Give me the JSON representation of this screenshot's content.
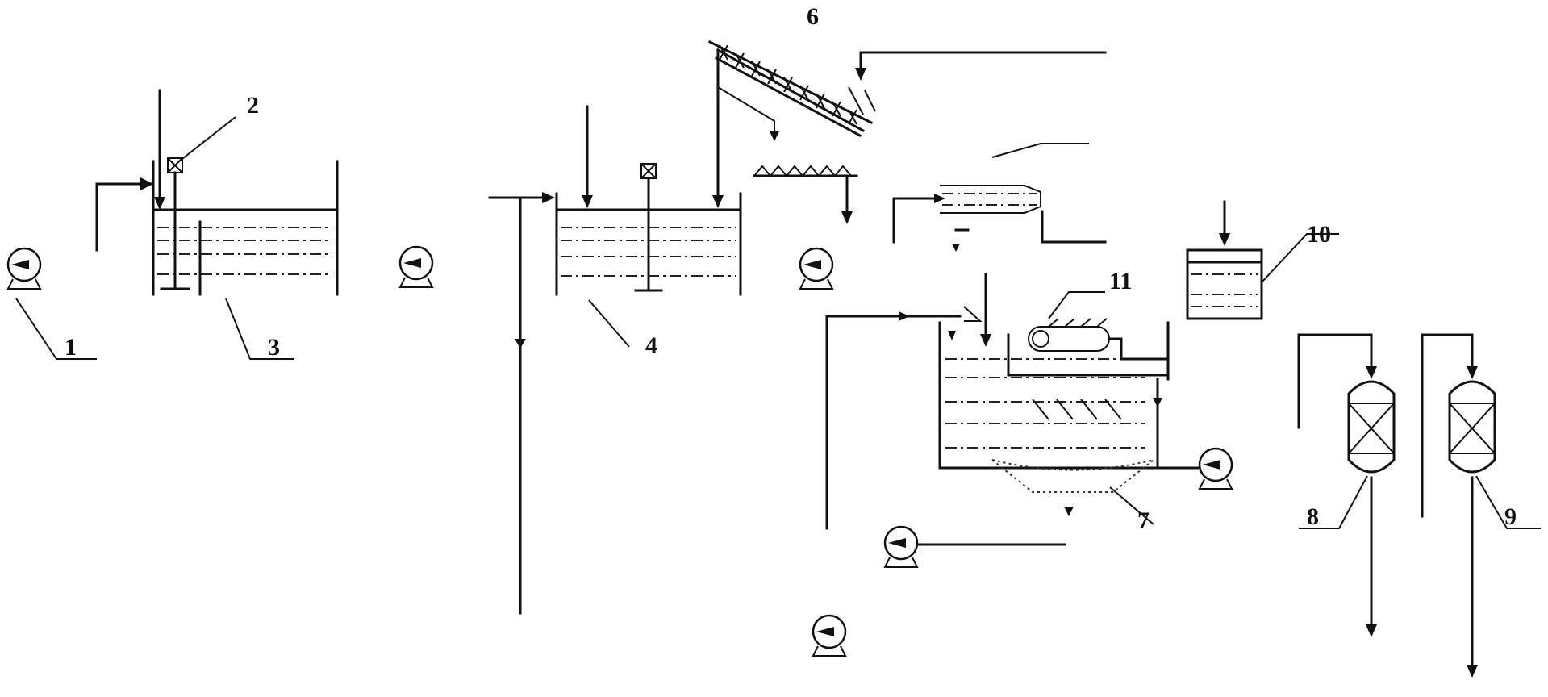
{
  "labels": {
    "l1": "1",
    "l2": "2",
    "l3": "3",
    "l4": "4",
    "l6": "6",
    "l7": "7",
    "l8": "8",
    "l9": "9",
    "l10": "10",
    "l11": "11"
  },
  "icons": {
    "pump": "centrifugal-pump-icon",
    "stirrer": "stirrer-motor-icon",
    "conveyor": "screw-conveyor-icon",
    "column": "packed-column-icon"
  },
  "colors": {
    "line": "#111111",
    "background": "#ffffff"
  }
}
